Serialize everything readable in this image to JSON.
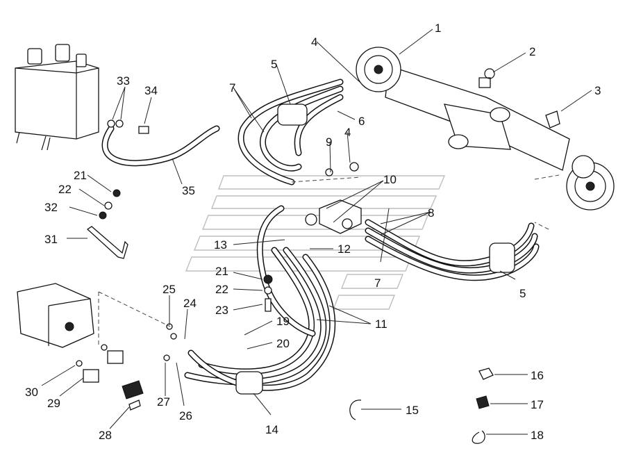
{
  "callouts": [
    {
      "id": "c1",
      "label": "1"
    },
    {
      "id": "c2",
      "label": "2"
    },
    {
      "id": "c3",
      "label": "3"
    },
    {
      "id": "c4a",
      "label": "4"
    },
    {
      "id": "c4b",
      "label": "4"
    },
    {
      "id": "c5a",
      "label": "5"
    },
    {
      "id": "c5b",
      "label": "5"
    },
    {
      "id": "c6",
      "label": "6"
    },
    {
      "id": "c7a",
      "label": "7"
    },
    {
      "id": "c7b",
      "label": "7"
    },
    {
      "id": "c8",
      "label": "8"
    },
    {
      "id": "c9",
      "label": "9"
    },
    {
      "id": "c10",
      "label": "10"
    },
    {
      "id": "c11",
      "label": "11"
    },
    {
      "id": "c12",
      "label": "12"
    },
    {
      "id": "c13",
      "label": "13"
    },
    {
      "id": "c14",
      "label": "14"
    },
    {
      "id": "c15",
      "label": "15"
    },
    {
      "id": "c16",
      "label": "16"
    },
    {
      "id": "c17",
      "label": "17"
    },
    {
      "id": "c18",
      "label": "18"
    },
    {
      "id": "c19",
      "label": "19"
    },
    {
      "id": "c20",
      "label": "20"
    },
    {
      "id": "c21a",
      "label": "21"
    },
    {
      "id": "c21b",
      "label": "21"
    },
    {
      "id": "c22a",
      "label": "22"
    },
    {
      "id": "c22b",
      "label": "22"
    },
    {
      "id": "c23",
      "label": "23"
    },
    {
      "id": "c24",
      "label": "24"
    },
    {
      "id": "c25",
      "label": "25"
    },
    {
      "id": "c26",
      "label": "26"
    },
    {
      "id": "c27",
      "label": "27"
    },
    {
      "id": "c28",
      "label": "28"
    },
    {
      "id": "c29",
      "label": "29"
    },
    {
      "id": "c30",
      "label": "30"
    },
    {
      "id": "c31",
      "label": "31"
    },
    {
      "id": "c32",
      "label": "32"
    },
    {
      "id": "c33",
      "label": "33"
    },
    {
      "id": "c34",
      "label": "34"
    },
    {
      "id": "c35",
      "label": "35"
    }
  ]
}
